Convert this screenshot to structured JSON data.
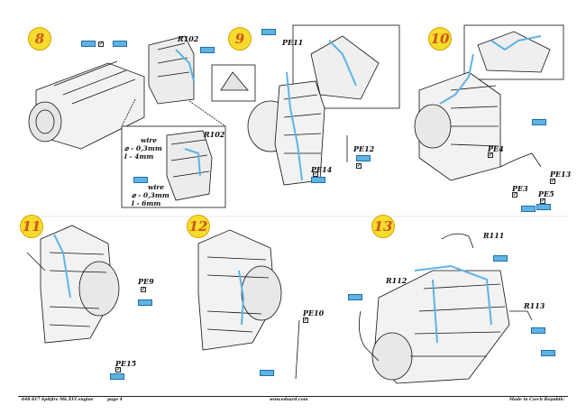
{
  "steps": [
    {
      "number": "8"
    },
    {
      "number": "9"
    },
    {
      "number": "10"
    },
    {
      "number": "11"
    },
    {
      "number": "12"
    },
    {
      "number": "13"
    }
  ],
  "callouts": {
    "r102_a": "R102",
    "r102_b": "R102",
    "pe11": "PE11",
    "pe12": "PE12",
    "pe14": "PE14",
    "pe4": "PE4",
    "pe3": "PE3",
    "pe5": "PE5",
    "pe13": "PE13",
    "pe9": "PE9",
    "pe15": "PE15",
    "pe10": "PE10",
    "r111": "R111",
    "r112": "R112",
    "r113": "R113"
  },
  "wire_notes": {
    "note1_line1": "wire",
    "note1_line2": "⌀ - 0,3mm",
    "note1_line3": "l - 4mm",
    "note2_line1": "wire",
    "note2_line2": "⌀ - 0,3mm",
    "note2_line3": "l - 6mm"
  },
  "checkmark": "✔",
  "colors": {
    "badge_fill": "#f6dc2c",
    "badge_text": "#d0531a",
    "blue_part": "#5fb3e4",
    "line": "#111111"
  },
  "footer": {
    "left": "648 817   Spitfire Mk.XVI engine",
    "page": "page 4",
    "center": "www.eduard.com",
    "right": "Made in Czech Republic"
  }
}
